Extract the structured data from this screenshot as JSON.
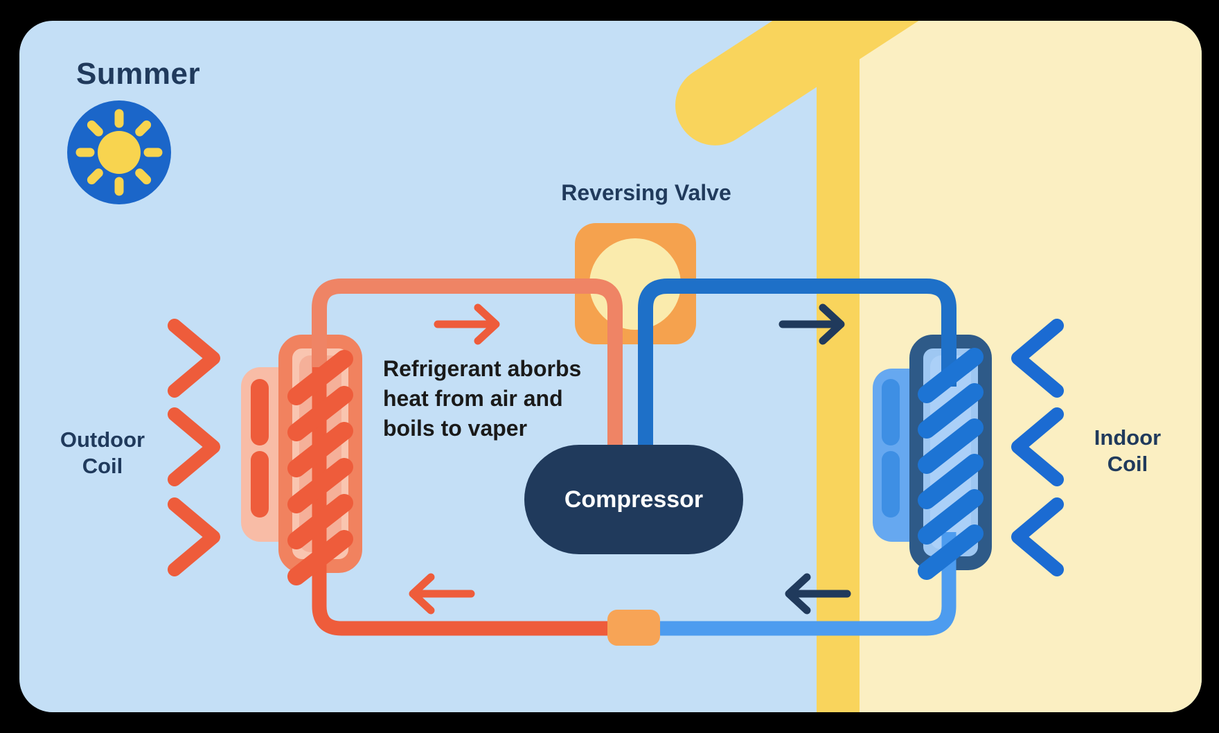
{
  "title": {
    "summer": "Summer"
  },
  "labels": {
    "reversing_valve": "Reversing Valve",
    "compressor": "Compressor",
    "outdoor_coil": [
      "Outdoor",
      "Coil"
    ],
    "indoor_coil": [
      "Indoor",
      "Coil"
    ],
    "note": [
      "Refrigerant aborbs",
      "heat from air and",
      "boils to vaper"
    ]
  },
  "icons": {
    "sun": "sun-icon (blue disc with yellow sun and rays)",
    "outdoor_airflow": "three orange right-pointing chevrons",
    "indoor_airflow": "three blue left-pointing chevrons",
    "flow_arrows": "orange and navy direction arrows on refrigerant loop"
  },
  "colors": {
    "background": "#000000",
    "panel_blue": "#C4DFF6",
    "indoor_pale_yellow": "#FBEFC2",
    "wall_yellow": "#F9D45C",
    "navy": "#203A5C",
    "hot_orange": "#EE5C3B",
    "hot_salmon_pipe": "#EF8465",
    "valve_orange": "#F5A24E",
    "valve_window_yellow": "#FAEBAD",
    "connector_orange": "#F7A456",
    "cold_blue_pipe": "#1E70C8",
    "cold_light_blue_pipe": "#4D9CEF",
    "sun_blue": "#1B66C9",
    "sun_yellow": "#F8D44F",
    "white": "#FFFFFF"
  }
}
